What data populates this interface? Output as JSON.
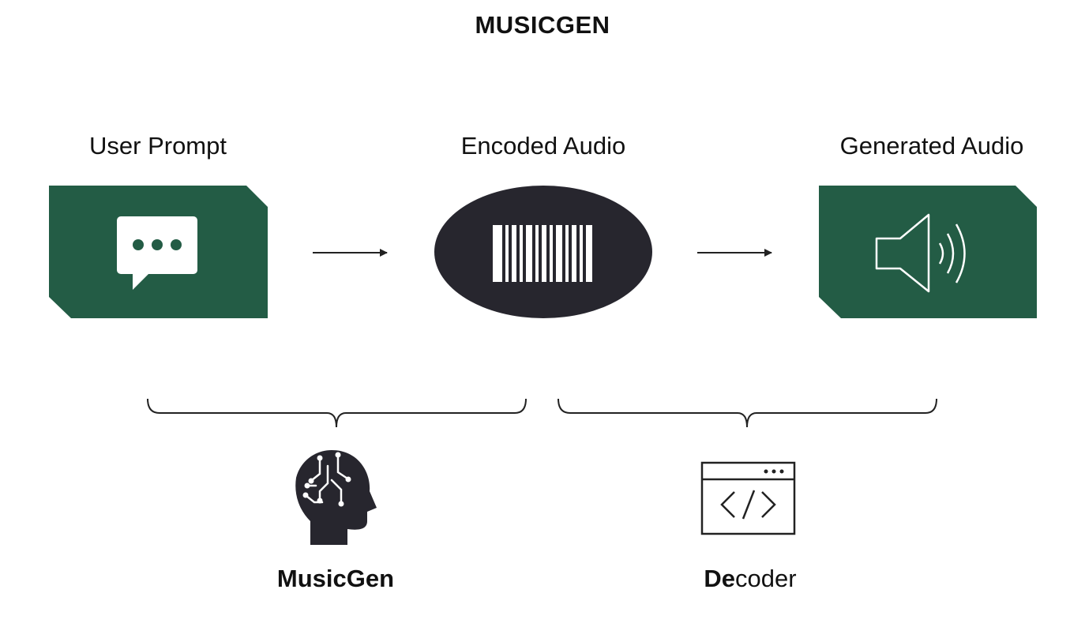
{
  "title": "MUSICGEN",
  "stages": {
    "user_prompt": {
      "label": "User Prompt"
    },
    "encoded_audio": {
      "label": "Encoded Audio"
    },
    "generated_audio": {
      "label": "Generated Audio"
    }
  },
  "components": {
    "musicgen": {
      "label": "MusicGen"
    },
    "decoder": {
      "label_bold": "De",
      "label_rest": "coder"
    }
  },
  "colors": {
    "green_box": "#235c45",
    "dark_ellipse": "#27262e",
    "icon_light": "#ffffff",
    "line": "#222222"
  },
  "icons": {
    "user_prompt": "chat-bubble-icon",
    "encoded_audio": "barcode-icon",
    "generated_audio": "speaker-icon",
    "musicgen": "ai-head-icon",
    "decoder": "code-window-icon"
  }
}
